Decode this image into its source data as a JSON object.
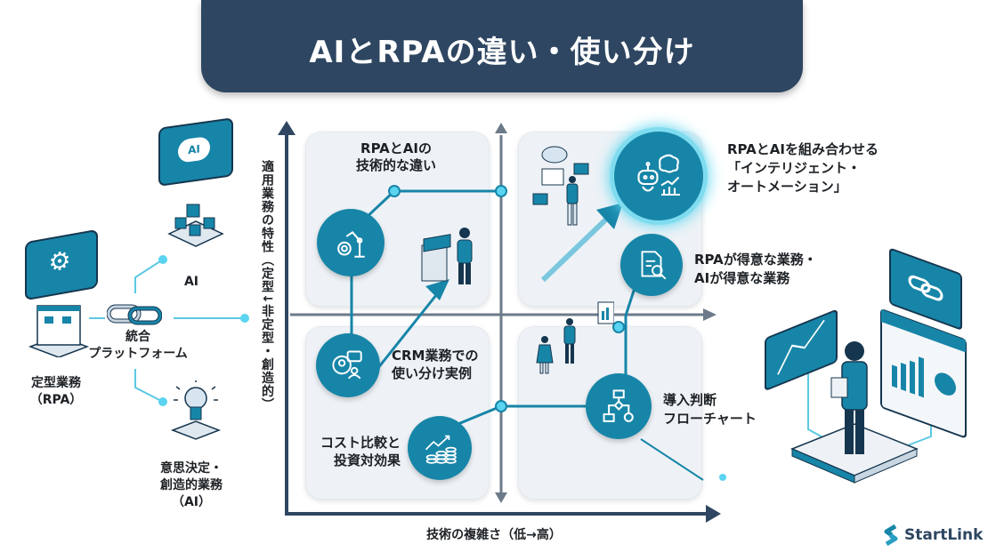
{
  "title": "AIとRPAの違い・使い分け",
  "axes": {
    "y_label": "適用業務の特性（定型↓非定型・創造的）",
    "x_label": "技術の複雑さ（低→高）"
  },
  "left_diagram": {
    "ai_label": "AI",
    "ai_bubble_text": "AI",
    "integration_label_line1": "統合",
    "integration_label_line2": "プラットフォーム",
    "rpa_label_line1": "定型業務",
    "rpa_label_line2": "（RPA）",
    "decision_label_line1": "意思決定・",
    "decision_label_line2": "創造的業務",
    "decision_label_line3": "（AI）"
  },
  "quadrants": {
    "top_left": {
      "line1": "RPAとAIの",
      "line2": "技術的な違い"
    },
    "top_right": {
      "line1": "RPAとAIを組み合わせる",
      "line2": "「インテリジェント・",
      "line3": "オートメーション」"
    },
    "middle_right": {
      "line1": "RPAが得意な業務・",
      "line2": "AIが得意な業務"
    },
    "bottom_left_crm": {
      "line1": "CRM業務での",
      "line2": "使い分け実例"
    },
    "bottom_left_cost": {
      "line1": "コスト比較と",
      "line2": "投資対効果"
    },
    "bottom_right": {
      "line1": "導入判断",
      "line2": "フローチャート"
    }
  },
  "brand": {
    "logo_text": "StartLink",
    "primary": "#2e4661",
    "accent": "#1785a8",
    "glow": "#5ad4f0"
  }
}
